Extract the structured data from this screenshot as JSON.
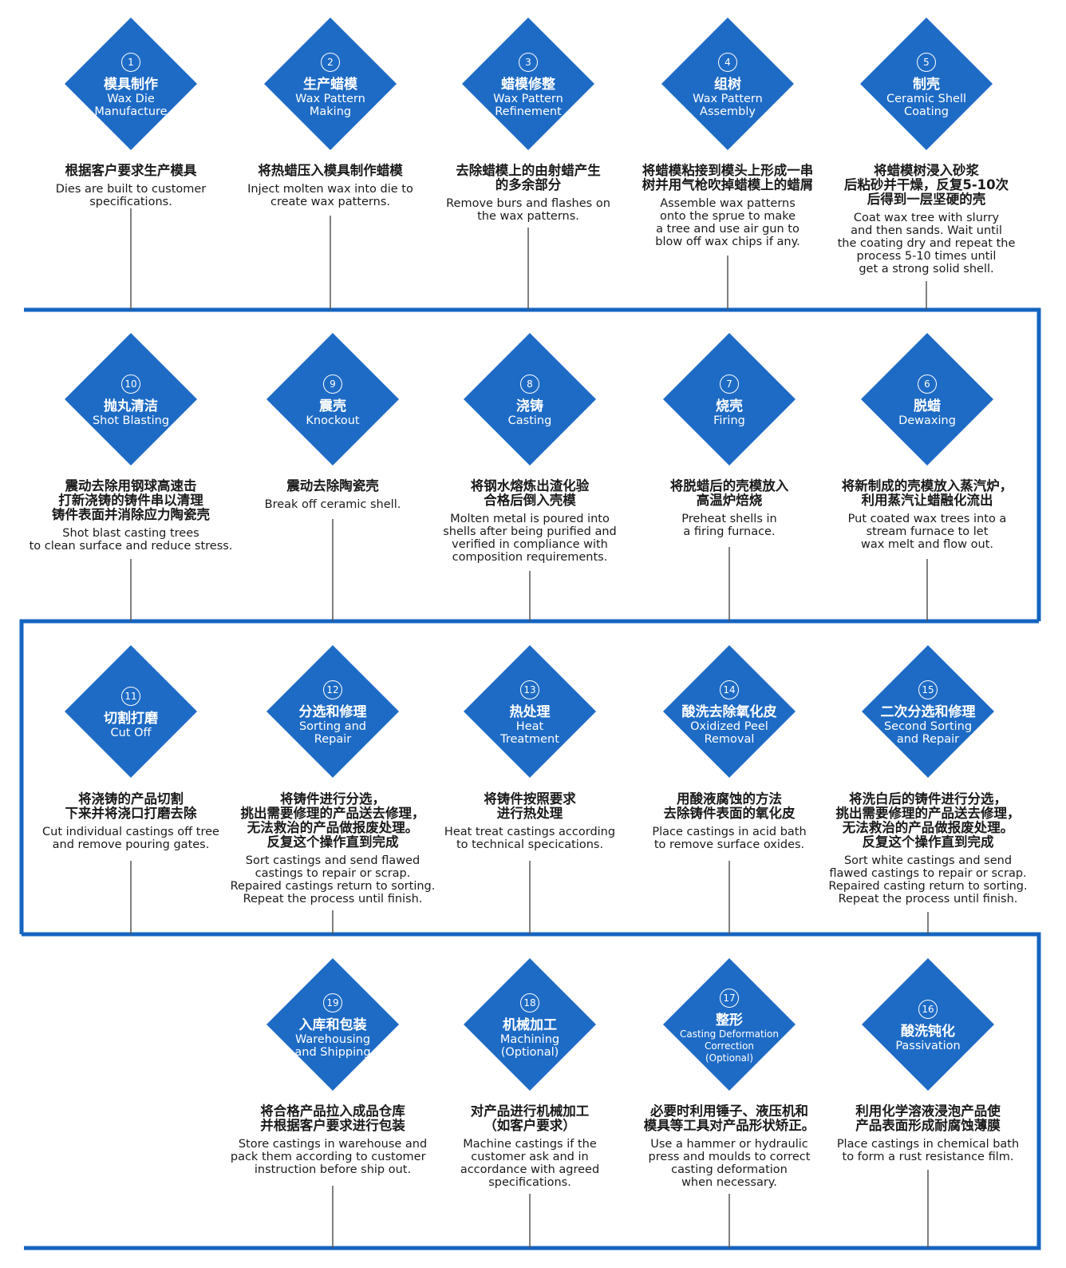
{
  "colors": {
    "diamond": "#1e6bc5",
    "frame": "#1565c0",
    "connector": "#555555"
  },
  "steps": [
    {
      "num": "1",
      "zh": "模具制作",
      "en": "Wax Die\nManufacture",
      "zh_desc": "根据客户要求生产模具",
      "en_desc": "Dies are built to customer\nspecifications."
    },
    {
      "num": "2",
      "zh": "生产蜡模",
      "en": "Wax Pattern\nMaking",
      "zh_desc": "将热蜡压入模具制作蜡模",
      "en_desc": "Inject molten wax into die to\ncreate wax patterns."
    },
    {
      "num": "3",
      "zh": "蜡模修整",
      "en": "Wax Pattern\nRefinement",
      "zh_desc": "去除蜡模上的由射蜡产生\n的多余部分",
      "en_desc": "Remove burs and flashes on\nthe wax patterns."
    },
    {
      "num": "4",
      "zh": "组树",
      "en": "Wax Pattern\nAssembly",
      "zh_desc": "将蜡模粘接到模头上形成一串\n树并用气枪吹掉蜡模上的蜡屑",
      "en_desc": "Assemble wax patterns\nonto the sprue to make\na tree and use air gun to\nblow off wax chips if any."
    },
    {
      "num": "5",
      "zh": "制壳",
      "en": "Ceramic Shell\nCoating",
      "zh_desc": "将蜡模树浸入砂浆\n后粘砂并干燥，反复5-10次\n后得到一层坚硬的壳",
      "en_desc": "Coat wax tree with slurry\nand then sands. Wait until\nthe coating dry and repeat the\nprocess 5-10 times until\nget a strong solid shell."
    },
    {
      "num": "10",
      "zh": "抛丸清洁",
      "en": "Shot Blasting",
      "zh_desc": "震动去除用钢球高速击\n打新浇铸的铸件串以清理\n铸件表面并消除应力陶瓷壳",
      "en_desc": "Shot blast casting trees\nto clean surface and reduce stress."
    },
    {
      "num": "9",
      "zh": "震壳",
      "en": "Knockout",
      "zh_desc": "震动去除陶瓷壳",
      "en_desc": "Break off ceramic shell."
    },
    {
      "num": "8",
      "zh": "浇铸",
      "en": "Casting",
      "zh_desc": "将钢水熔炼出渣化验\n合格后倒入壳模",
      "en_desc": "Molten metal is poured into\nshells after being purified and\nverified in compliance with\ncomposition requirements."
    },
    {
      "num": "7",
      "zh": "烧壳",
      "en": "Firing",
      "zh_desc": "将脱蜡后的壳模放入\n高温炉焙烧",
      "en_desc": "Preheat shells in\na firing furnace."
    },
    {
      "num": "6",
      "zh": "脱蜡",
      "en": "Dewaxing",
      "zh_desc": "将新制成的壳模放入蒸汽炉，\n利用蒸汽让蜡融化流出",
      "en_desc": "Put coated wax trees into a\nstream furnace to let\nwax melt and flow out."
    },
    {
      "num": "11",
      "zh": "切割打磨",
      "en": "Cut Off",
      "zh_desc": "将浇铸的产品切割\n下来并将浇口打磨去除",
      "en_desc": "Cut individual castings off tree\nand remove pouring gates."
    },
    {
      "num": "12",
      "zh": "分选和修理",
      "en": "Sorting and\nRepair",
      "zh_desc": "将铸件进行分选，\n挑出需要修理的产品送去修理，\n无法救治的产品做报废处理。\n反复这个操作直到完成",
      "en_desc": "Sort castings and send flawed\ncastings to repair or scrap.\nRepaired castings return to sorting.\nRepeat the process until finish."
    },
    {
      "num": "13",
      "zh": "热处理",
      "en": "Heat\nTreatment",
      "zh_desc": "将铸件按照要求\n进行热处理",
      "en_desc": "Heat treat castings according\nto technical specications."
    },
    {
      "num": "14",
      "zh": "酸洗去除氧化皮",
      "en": "Oxidized Peel\nRemoval",
      "zh_desc": "用酸液腐蚀的方法\n去除铸件表面的氧化皮",
      "en_desc": "Place castings in acid bath\nto remove surface oxides."
    },
    {
      "num": "15",
      "zh": "二次分选和修理",
      "en": "Second Sorting\nand Repair",
      "zh_desc": "将洗白后的铸件进行分选，\n挑出需要修理的产品送去修理，\n无法救治的产品做报废处理。\n反复这个操作直到完成",
      "en_desc": "Sort white castings and send\nflawed castings to repair or scrap.\nRepaired casting return to sorting.\nRepeat the process until finish."
    },
    {
      "num": "19",
      "zh": "入库和包装",
      "en": "Warehousing\nand Shipping",
      "zh_desc": "将合格产品拉入成品仓库\n并根据客户要求进行包装",
      "en_desc": "Store castings in warehouse and\npack them according to customers'\ninstruction before ship out."
    },
    {
      "num": "18",
      "zh": "机械加工",
      "en": "Machining\n(Optional)",
      "zh_desc": "对产品进行机械加工\n（如客户要求）",
      "en_desc": "Machine castings if the\ncustomer ask and in\naccordance with agreed\nspecifications."
    },
    {
      "num": "17",
      "zh": "整形",
      "en": "Casting Deformation\nCorrection\n(Optional)",
      "zh_desc": "必要时利用锤子、液压机和\n模具等工具对产品形状矫正。",
      "en_desc": "Use a hammer or hydraulic\npress and moulds to correct\ncasting deformation\nwhen necessary."
    },
    {
      "num": "16",
      "zh": "酸洗钝化",
      "en": "Passivation",
      "zh_desc": "利用化学溶液浸泡产品使\n产品表面形成耐腐蚀薄膜",
      "en_desc": "Place castings in chemical bath\nto form a rust resistance film."
    }
  ]
}
